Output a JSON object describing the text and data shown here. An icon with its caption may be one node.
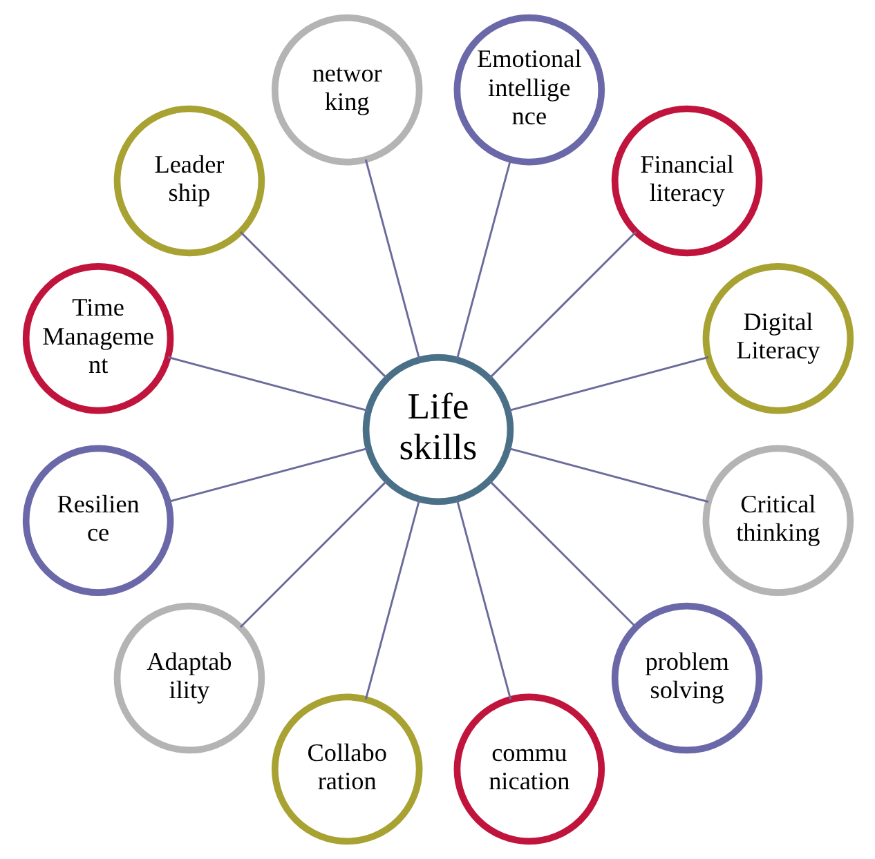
{
  "diagram": {
    "nodes": [
      {
        "text": [
          "Life skills"
        ]
      },
      {
        "text": [
          "Critical thinking"
        ]
      },
      {
        "text": [
          "problem solving"
        ]
      },
      {
        "text": [
          "commu nication"
        ]
      },
      {
        "text": [
          "Collabo ration"
        ]
      },
      {
        "text": [
          "Adaptab ility"
        ]
      },
      {
        "text": [
          "Resilien ce"
        ]
      },
      {
        "text": [
          "Time Manageme nt"
        ]
      },
      {
        "text": [
          "Leader ship"
        ]
      },
      {
        "text": [
          "networ king"
        ]
      },
      {
        "text": [
          "Emotional intellige nce"
        ]
      },
      {
        "text": [
          "Financial literacy"
        ]
      },
      {
        "text": [
          "Digital Literacy"
        ]
      }
    ],
    "edges": [
      {
        "from": 0,
        "to": 1,
        "arrow": "none"
      },
      {
        "from": 0,
        "to": 2,
        "arrow": "none"
      },
      {
        "from": 0,
        "to": 3,
        "arrow": "none"
      },
      {
        "from": 0,
        "to": 4,
        "arrow": "none"
      },
      {
        "from": 0,
        "to": 5,
        "arrow": "none"
      },
      {
        "from": 0,
        "to": 6,
        "arrow": "none"
      },
      {
        "from": 0,
        "to": 7,
        "arrow": "none"
      },
      {
        "from": 0,
        "to": 8,
        "arrow": "none"
      },
      {
        "from": 0,
        "to": 9,
        "arrow": "none"
      },
      {
        "from": 0,
        "to": 10,
        "arrow": "none"
      },
      {
        "from": 0,
        "to": 11,
        "arrow": "none"
      },
      {
        "from": 0,
        "to": 12,
        "arrow": "none"
      }
    ]
  }
}
